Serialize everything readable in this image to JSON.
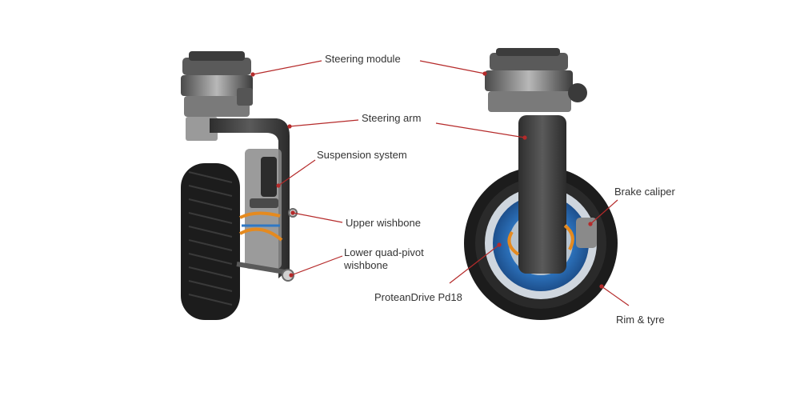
{
  "colors": {
    "leader": "#b52a2a",
    "label_text": "#333333",
    "tyre": "#1c1c1c",
    "metal": "#6e6e6e",
    "carbon": "#3a3a3a",
    "motor_blue": "#2f78c4",
    "hose_orange": "#e58a1f"
  },
  "labels": {
    "steering_module": "Steering module",
    "steering_arm": "Steering arm",
    "suspension_system": "Suspension system",
    "upper_wishbone": "Upper wishbone",
    "lower_wishbone_line1": "Lower quad-pivot",
    "lower_wishbone_line2": "wishbone",
    "proteandrive": "ProteanDrive Pd18",
    "brake_caliper": "Brake caliper",
    "rim_tyre": "Rim & tyre"
  }
}
